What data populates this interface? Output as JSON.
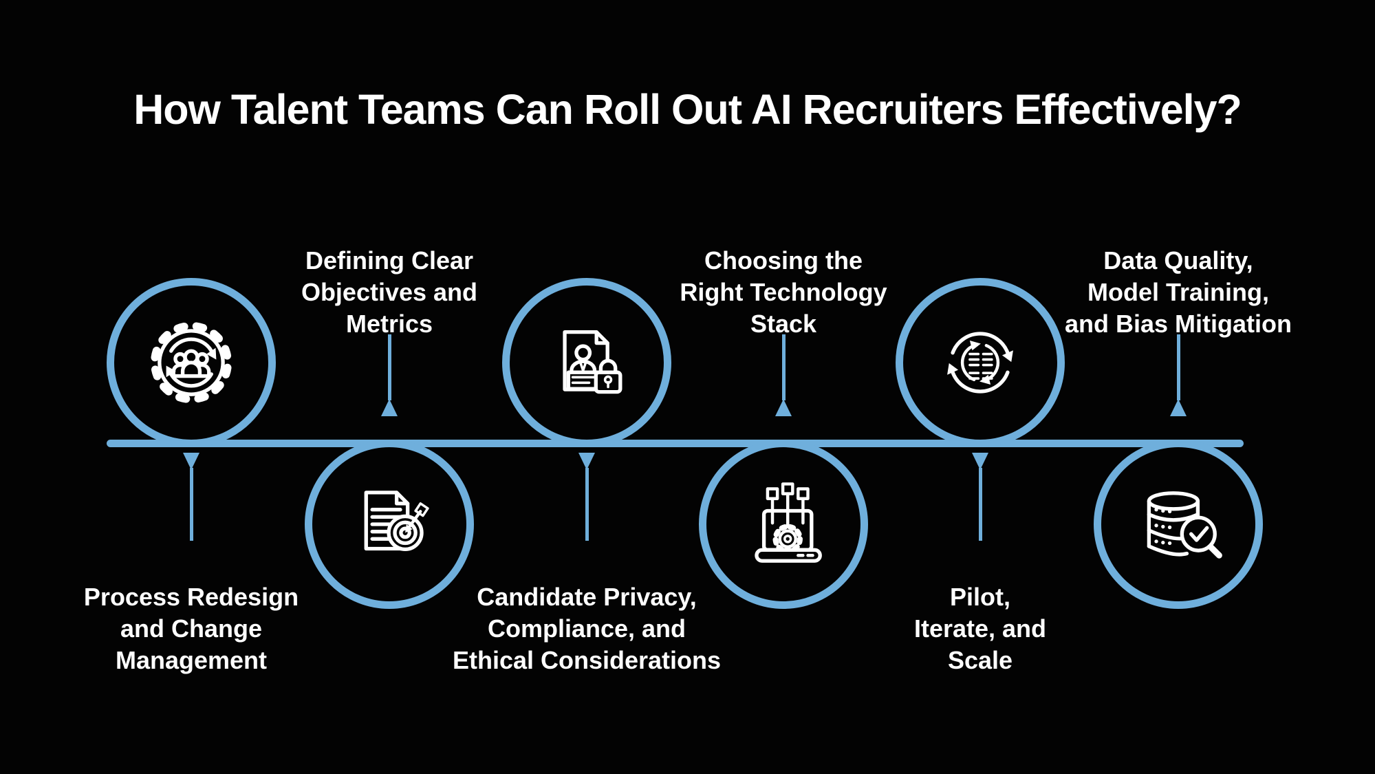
{
  "page": {
    "title": "How Talent Teams Can Roll Out AI Recruiters Effectively?"
  },
  "colors": {
    "background": "#030303",
    "accent_blue": "#6fafdc",
    "text": "#ffffff",
    "icon_stroke": "#ffffff"
  },
  "timeline": {
    "orientation": "horizontal",
    "steps": [
      {
        "id": 1,
        "icon": "gear-people-icon",
        "circle_position": "above-line",
        "label_position": "below-line",
        "label": "Process Redesign and Change Management",
        "lines": [
          "Process Redesign",
          "and Change",
          "Management"
        ]
      },
      {
        "id": 2,
        "icon": "document-target-icon",
        "circle_position": "below-line",
        "label_position": "above-line",
        "label": "Defining Clear Objectives and Metrics",
        "lines": [
          "Defining Clear",
          "Objectives and",
          "Metrics"
        ]
      },
      {
        "id": 3,
        "icon": "resume-lock-icon",
        "circle_position": "above-line",
        "label_position": "below-line",
        "label": "Candidate Privacy, Compliance, and Ethical Considerations",
        "lines": [
          "Candidate Privacy,",
          "Compliance, and",
          "Ethical Considerations"
        ]
      },
      {
        "id": 4,
        "icon": "laptop-gear-icon",
        "circle_position": "below-line",
        "label_position": "above-line",
        "label": "Choosing the Right Technology Stack",
        "lines": [
          "Choosing the",
          "Right Technology",
          "Stack"
        ]
      },
      {
        "id": 5,
        "icon": "cycle-arrows-icon",
        "circle_position": "above-line",
        "label_position": "below-line",
        "label": "Pilot, Iterate, and Scale",
        "lines": [
          "Pilot,",
          "Iterate, and",
          "Scale"
        ]
      },
      {
        "id": 6,
        "icon": "database-check-icon",
        "circle_position": "below-line",
        "label_position": "above-line",
        "label": "Data Quality, Model Training, and Bias Mitigation",
        "lines": [
          "Data Quality,",
          "Model Training,",
          "and Bias Mitigation"
        ]
      }
    ]
  }
}
